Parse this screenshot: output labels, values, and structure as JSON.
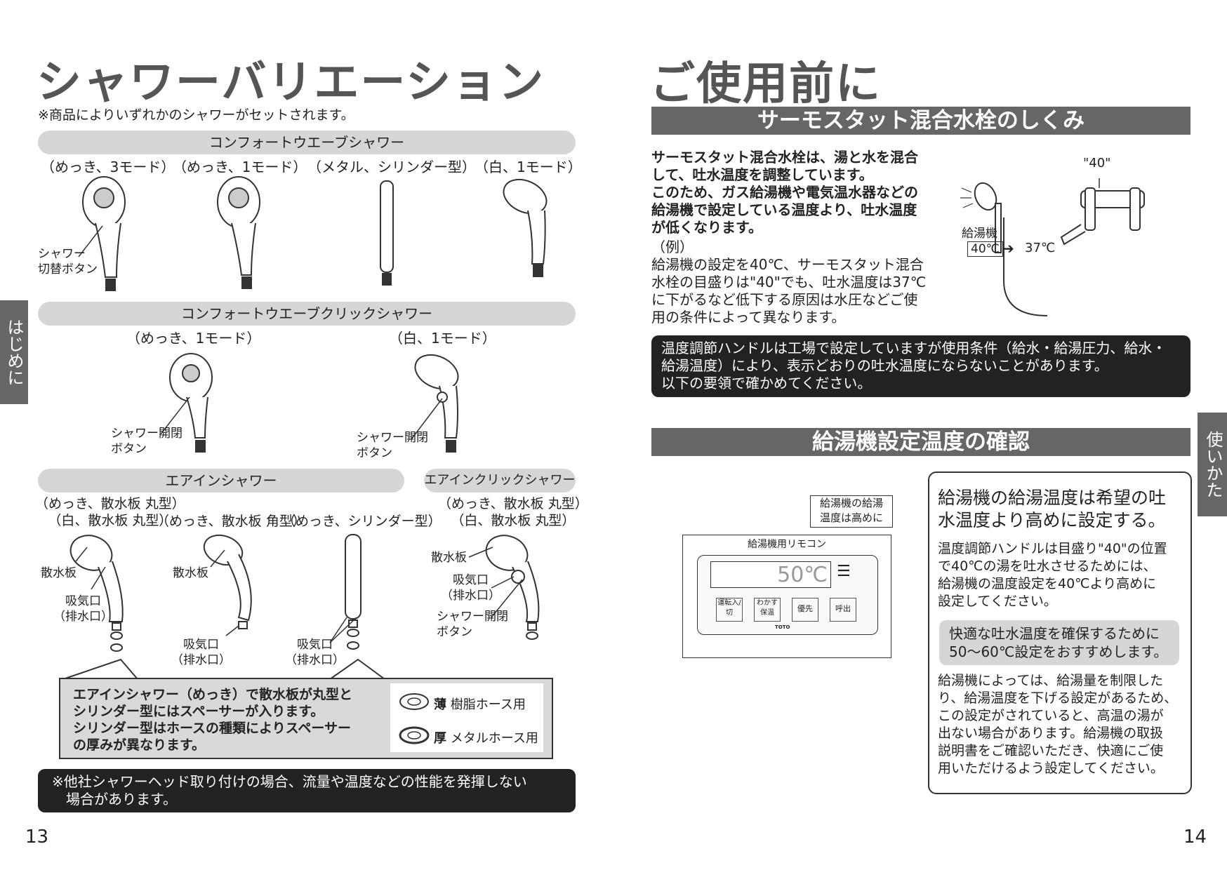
{
  "left": {
    "title": "シャワーバリエーション",
    "note": "※商品によりいずれかのシャワーがセットされます。",
    "side_tab": "はじめに",
    "section1": {
      "header": "コンフォートウエーブシャワー",
      "labels": [
        "（めっき、3モード）",
        "（めっき、1モード）",
        "（メタル、シリンダー型）",
        "（白、1モード）"
      ],
      "callout_1": "シャワー",
      "callout_2": "切替ボタン"
    },
    "section2": {
      "header": "コンフォートウエーブクリックシャワー",
      "labels": [
        "（めっき、1モード）",
        "（白、1モード）"
      ],
      "callout_a1": "シャワー開閉",
      "callout_a2": "ボタン",
      "callout_b1": "シャワー開閉",
      "callout_b2": "ボタン"
    },
    "section3": {
      "header_a": "エアインシャワー",
      "header_b": "エアインクリックシャワー",
      "label_a1": "（めっき、散水板 丸型）",
      "label_a2": "（白、散水板 丸型）",
      "label_b": "（めっき、散水板 角型）",
      "label_c": "（めっき、シリンダー型）",
      "label_d1": "（めっき、散水板 丸型）",
      "label_d2": "（白、散水板 丸型）",
      "c_plate1": "散水板",
      "c_intake1a": "吸気口",
      "c_intake1b": "（排水口）",
      "c_plate2": "散水板",
      "c_intake2a": "吸気口",
      "c_intake2b": "（排水口）",
      "c_intake3a": "吸気口",
      "c_intake3b": "（排水口）",
      "c_plate4": "散水板",
      "c_intake4a": "吸気口",
      "c_intake4b": "（排水口）",
      "c_button4a": "シャワー開閉",
      "c_button4b": "ボタン"
    },
    "spacer_box": {
      "lines": [
        "エアインシャワー（めっき）で散水板が丸型と",
        "シリンダー型にはスペーサーが入ります。",
        "シリンダー型はホースの種類によりスペーサー",
        "の厚みが異なります。"
      ],
      "thin_mark": "薄",
      "thin_label": "樹脂ホース用",
      "thick_mark": "厚",
      "thick_label": "メタルホース用"
    },
    "bottom_note": [
      "※他社シャワーヘッド取り付けの場合、流量や温度などの性能を発揮しない",
      "場合があります。"
    ],
    "page_number": "13"
  },
  "right": {
    "title": "ご使用前に",
    "side_tab": "使いかた",
    "bar1": "サーモスタット混合水栓のしくみ",
    "bold_text": [
      "サーモスタット混合水栓は、湯と水を混合",
      "して、吐水温度を調整しています。",
      "このため、ガス給湯機や電気温水器などの",
      "給湯機で設定している温度より、吐水温度",
      "が低くなります。"
    ],
    "example_head": "（例）",
    "example_text": [
      "給湯機の設定を40℃、サーモスタット混合",
      "水栓の目盛りは\"40\"でも、吐水温度は37℃",
      "に下がるなど低下する原因は水圧などご使",
      "用の条件によって異なります。"
    ],
    "faucet": {
      "dial_label": "\"40\"",
      "heater_label": "給湯機",
      "heater_temp": "40℃",
      "out_temp": "37℃"
    },
    "dark_box": [
      "温度調節ハンドルは工場で設定していますが使用条件（給水・給湯圧力、給水・",
      "給湯温度）により、表示どおりの吐水温度にならないことがあります。",
      "以下の要領で確かめてください。"
    ],
    "bar2": "給湯機設定温度の確認",
    "remote": {
      "tag_1": "給湯機の給湯",
      "tag_2": "温度は高めに",
      "label": "給湯機用リモコン",
      "display": "50℃",
      "btn1": "運転入/切",
      "btn2": "わかす保温",
      "btn3": "優先",
      "btn4": "呼出",
      "brand": "TOTO"
    },
    "right_box": {
      "heading": [
        "給湯機の給湯温度は希望の吐",
        "水温度より高めに設定する。"
      ],
      "text1": [
        "温度調節ハンドルは目盛り\"40\"の位置",
        "で40℃の湯を吐水させるためには、",
        "給湯機の温度設定を40℃より高めに",
        "設定してください。"
      ],
      "highlight": [
        "快適な吐水温度を確保するために",
        "50～60℃設定をおすすめします。"
      ],
      "text2": [
        "給湯機によっては、給湯量を制限した",
        "り、給湯温度を下げる設定があるため、",
        "この設定がされていると、高温の湯が",
        "出ない場合があります。給湯機の取扱",
        "説明書をご確認いただき、快適にご使",
        "用いただけるよう設定してください。"
      ]
    },
    "page_number": "14"
  },
  "colors": {
    "header_gray": "#666666",
    "pill_gray": "#d6d6d6",
    "dark": "#222222"
  }
}
